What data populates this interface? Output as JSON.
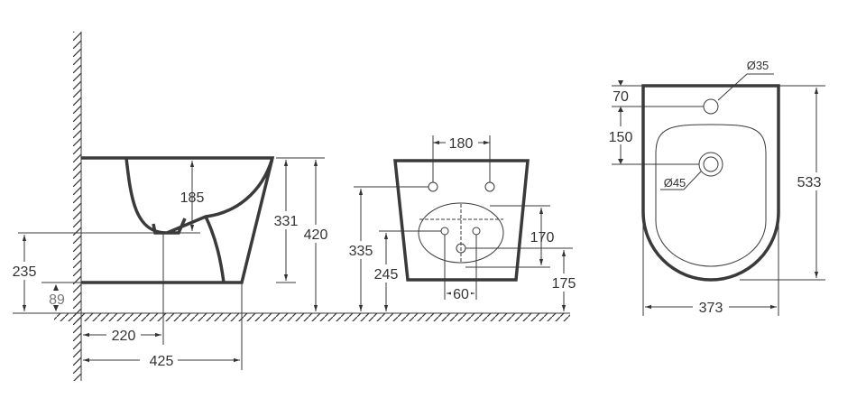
{
  "side_view": {
    "bowl_depth": "185",
    "body_height": "331",
    "total_height": "420",
    "outlet_height": "235",
    "floor_gap": "89",
    "outlet_distance": "220",
    "depth": "425"
  },
  "front_view": {
    "bolt_spacing": "180",
    "bolt_height": "335",
    "supply_height": "245",
    "vertical_spacing": "170",
    "lower_height": "175",
    "horizontal_spacing": "60"
  },
  "top_view": {
    "tap_hole": "Ø35",
    "drain_hole": "Ø45",
    "tap_offset": "70",
    "drain_offset": "150",
    "length": "533",
    "width": "373"
  }
}
